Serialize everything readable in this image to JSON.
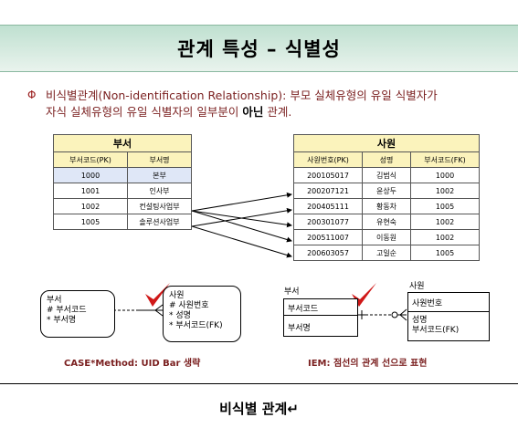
{
  "title": "관계 특성 – 식별성",
  "bullet_symbol": "Φ",
  "description": {
    "line1": "비식별관계(Non-identification Relationship): 부모 실체유형의 유일 식별자가",
    "line2_pre": "자식 실체유형의 유일 식별자의 일부분이 ",
    "line2_em": "아닌",
    "line2_post": " 관계."
  },
  "dept_table": {
    "title": "부서",
    "columns": [
      "부서코드(PK)",
      "부서명"
    ],
    "rows": [
      [
        "1000",
        "본부"
      ],
      [
        "1001",
        "인사부"
      ],
      [
        "1002",
        "컨설팅사업부"
      ],
      [
        "1005",
        "솔루션사업부"
      ]
    ]
  },
  "emp_table": {
    "title": "사원",
    "columns": [
      "사원번호(PK)",
      "성명",
      "부서코드(FK)"
    ],
    "rows": [
      [
        "200105017",
        "김범식",
        "1000"
      ],
      [
        "200207121",
        "윤상두",
        "1002"
      ],
      [
        "200405111",
        "황동차",
        "1005"
      ],
      [
        "200301077",
        "유현숙",
        "1002"
      ],
      [
        "200511007",
        "이동원",
        "1002"
      ],
      [
        "200603057",
        "고일순",
        "1005"
      ]
    ]
  },
  "case_diagram": {
    "dept_box": [
      "부서",
      "# 부서코드",
      "* 부서명"
    ],
    "emp_box": [
      "사원",
      "# 사원번호",
      "* 성명",
      "* 부서코드(FK)"
    ],
    "caption": "CASE*Method: UID Bar 생략"
  },
  "ie_diagram": {
    "dept_label": "부서",
    "dept_key": "부서코드",
    "dept_attr": "부서명",
    "emp_label": "사원",
    "emp_key": "사원번호",
    "emp_attrs": [
      "성명",
      "부서코드(FK)"
    ],
    "caption": "IEM: 점선의 관계 선으로 표현"
  },
  "footer": "비식별 관계↵",
  "colors": {
    "title_band": "#bfe0d0",
    "header_fill": "#fbf3bc",
    "accent_text": "#7a1f1f",
    "check_mark": "#d01818"
  }
}
